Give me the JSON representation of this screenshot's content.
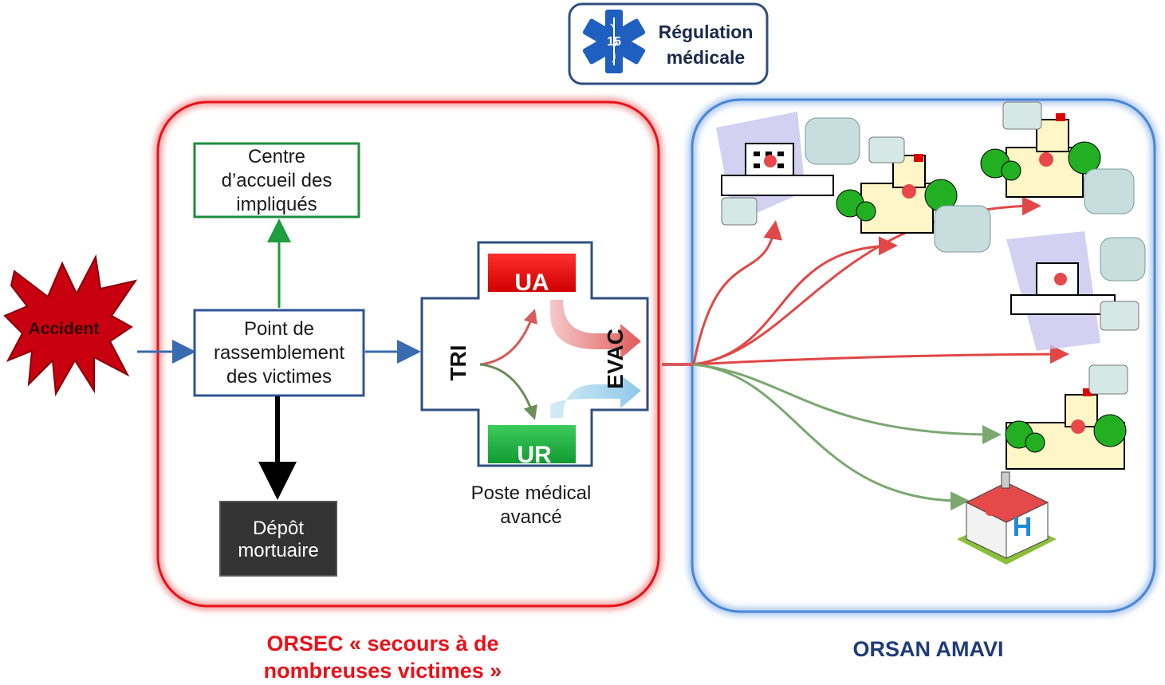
{
  "colors": {
    "orsec_red": "#e8111a",
    "orsan_blue": "#4a86d6",
    "centre_green": "#1e8e3e",
    "ua_red": "#e60000",
    "ur_green": "#22aa44",
    "depot_dark": "#333333",
    "flow_blue": "#3a6ab0",
    "caption_red": "#e8111a",
    "caption_navy": "#1f3b7a",
    "star_red": "#c8000f"
  },
  "icons": {
    "regulation": "star-of-life-icon",
    "accident": "explosion-icon",
    "hospitals": "hospital-building-icon"
  },
  "regulation": {
    "badge_number": "15",
    "line1": "Régulation",
    "line2": "médicale"
  },
  "accident": {
    "label": "Accident"
  },
  "centre_accueil": {
    "line1": "Centre",
    "line2": "d’accueil des",
    "line3": "impliqués"
  },
  "point_rassemblement": {
    "line1": "Point de",
    "line2": "rassemblement",
    "line3": "des victimes"
  },
  "depot": {
    "line1": "Dépôt",
    "line2": "mortuaire"
  },
  "pma": {
    "tri": "TRI",
    "ua": "UA",
    "ur": "UR",
    "evac": "EVAC",
    "caption1": "Poste médical",
    "caption2": "avancé"
  },
  "captions": {
    "orsec_line1": "ORSEC « secours à de",
    "orsec_line2": "nombreuses victimes »",
    "orsan": "ORSAN AMAVI"
  }
}
